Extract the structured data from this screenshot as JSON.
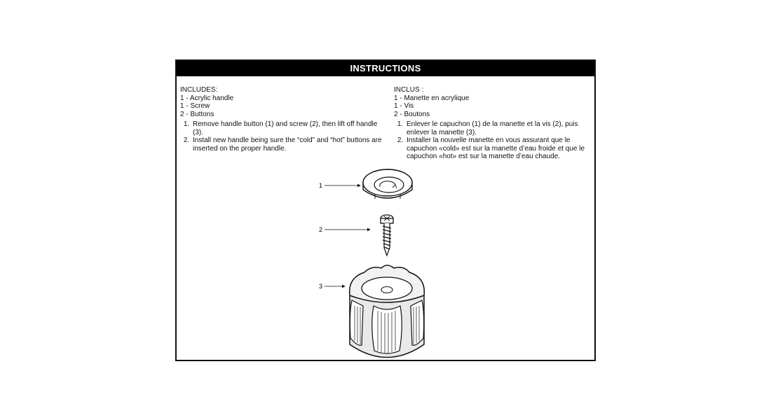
{
  "header": {
    "title": "INSTRUCTIONS"
  },
  "english": {
    "includes_heading": "INCLUDES:",
    "parts": [
      "1 - Acrylic handle",
      "1 - Screw",
      "2 - Buttons"
    ],
    "steps": [
      "Remove handle button (1) and screw (2), then lift off handle (3).",
      "Install new handle being sure the “cold” and “hot” buttons are inserted on the proper handle."
    ]
  },
  "french": {
    "includes_heading": "INCLUS :",
    "parts": [
      "1 - Manette en acrylique",
      "1 - Vis",
      "2 - Boutons"
    ],
    "steps": [
      "Enlever le capuchon (1) de la manette et la vis (2), puis enlever la manette (3).",
      "Installer la nouvelle manette en vous assurant que le capuchon «cold» est sur la manette d’eau froide et que le capuchon «hot» est sur la manette d’eau chaude."
    ]
  },
  "diagram": {
    "callouts": [
      "1",
      "2",
      "3"
    ],
    "parts": [
      "button-icon",
      "screw-icon",
      "acrylic-handle-icon"
    ]
  }
}
